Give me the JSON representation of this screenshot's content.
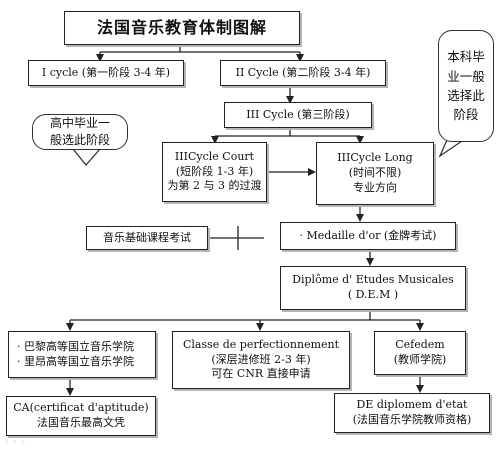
{
  "diagram": {
    "title": "法国音乐教育体制图解",
    "cycle1": "I cycle (第一阶段 3-4 年)",
    "cycle2": "II Cycle (第二阶段  3-4 年)",
    "cycle3": "III Cycle (第三阶段)",
    "court": {
      "line1": "IIICycle Court",
      "line2": "(短阶段 1-3 年)",
      "line3": "为第 2 与 3 的过渡"
    },
    "long": {
      "line1": "IIICycle Long",
      "line2": "(时间不限)",
      "line3": "专业方向"
    },
    "basic_exam": "音乐基础课程考试",
    "medaille": "· Medaille d'or (金牌考试)",
    "dem": {
      "line1": "Diplôme d' Etudes Musicales",
      "line2": "( D.E.M )"
    },
    "conservatoires": {
      "line1": "· 巴黎高等国立音乐学院",
      "line2": "· 里昂高等国立音乐学院"
    },
    "perfection": {
      "line1": "Classe de perfectionnement",
      "line2": "(深层进修班  2-3 年)",
      "line3": "可在 CNR 直接申请"
    },
    "cefedem": {
      "line1": "Cefedem",
      "line2": "(教师学院)"
    },
    "ca": {
      "line1": "CA(certificat d'aptitude)",
      "line2": "法国音乐最高文凭"
    },
    "de": {
      "line1": "DE diplomem d'etat",
      "line2": "(法国音乐学院教师资格)"
    },
    "callout_high": {
      "line1": "高中毕业一",
      "line2": "般选此阶段"
    },
    "callout_undergrad": {
      "line1": "本科毕",
      "line2": "业一般",
      "line3": "选择此",
      "line4": "阶段"
    }
  }
}
